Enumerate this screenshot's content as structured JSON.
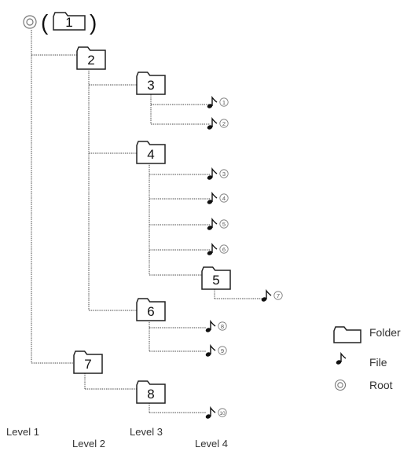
{
  "folders": [
    {
      "id": "f1",
      "label": "1",
      "level": 1
    },
    {
      "id": "f2",
      "label": "2",
      "level": 2
    },
    {
      "id": "f3",
      "label": "3",
      "level": 3
    },
    {
      "id": "f4",
      "label": "4",
      "level": 3
    },
    {
      "id": "f5",
      "label": "5",
      "level": 4
    },
    {
      "id": "f6",
      "label": "6",
      "level": 3
    },
    {
      "id": "f7",
      "label": "7",
      "level": 2
    },
    {
      "id": "f8",
      "label": "8",
      "level": 3
    }
  ],
  "files": [
    {
      "id": "t1",
      "label": "1",
      "parent": "f3"
    },
    {
      "id": "t2",
      "label": "2",
      "parent": "f3"
    },
    {
      "id": "t3",
      "label": "3",
      "parent": "f4"
    },
    {
      "id": "t4",
      "label": "4",
      "parent": "f4"
    },
    {
      "id": "t5",
      "label": "5",
      "parent": "f4"
    },
    {
      "id": "t6",
      "label": "6",
      "parent": "f4"
    },
    {
      "id": "t7",
      "label": "7",
      "parent": "f5"
    },
    {
      "id": "t8",
      "label": "8",
      "parent": "f6"
    },
    {
      "id": "t9",
      "label": "9",
      "parent": "f6"
    },
    {
      "id": "t10",
      "label": "10",
      "parent": "f8"
    }
  ],
  "levels": [
    {
      "label": "Level 1"
    },
    {
      "label": "Level 2"
    },
    {
      "label": "Level 3"
    },
    {
      "label": "Level 4"
    }
  ],
  "legend": {
    "folder": "Folder",
    "file": "File",
    "root": "Root"
  },
  "colors": {
    "line": "#444444",
    "folder_stroke": "#222222",
    "text": "#222222"
  }
}
